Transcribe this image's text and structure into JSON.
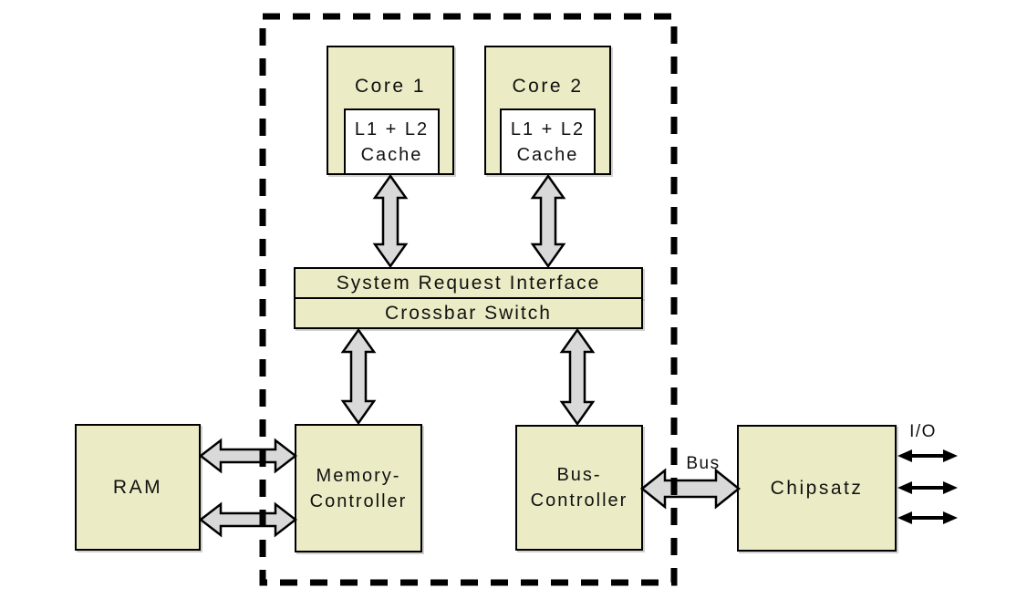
{
  "diagram": {
    "core1": {
      "label": "Core 1",
      "cache": {
        "line1": "L1 + L2",
        "line2": "Cache"
      }
    },
    "core2": {
      "label": "Core 2",
      "cache": {
        "line1": "L1 + L2",
        "line2": "Cache"
      }
    },
    "system_request_interface": {
      "label": "System Request Interface"
    },
    "crossbar_switch": {
      "label": "Crossbar Switch"
    },
    "ram": {
      "label": "RAM"
    },
    "memory_controller": {
      "line1": "Memory-",
      "line2": "Controller"
    },
    "bus_controller": {
      "line1": "Bus-",
      "line2": "Controller"
    },
    "chipset": {
      "label": "Chipsatz"
    },
    "bus_connection": {
      "label": "Bus"
    },
    "io_connection": {
      "label": "I/O"
    }
  },
  "colors": {
    "box_fill": "#ebebc5",
    "cache_fill": "#ffffff",
    "arrow_fill": "#d9d9d9",
    "line": "#000000"
  }
}
